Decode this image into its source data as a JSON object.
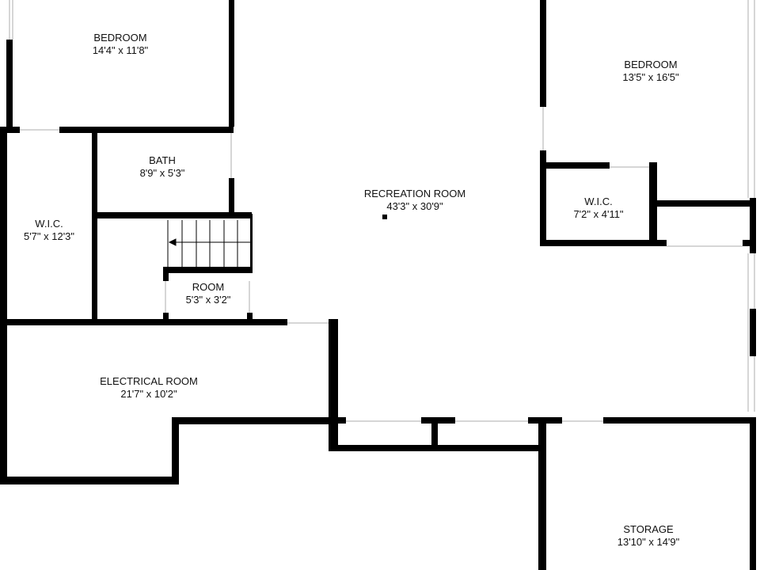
{
  "rooms": [
    {
      "name": "BEDROOM",
      "size": "14'4\" x 11'8\""
    },
    {
      "name": "BATH",
      "size": "8'9\" x 5'3\""
    },
    {
      "name": "W.I.C.",
      "size": "5'7\" x 12'3\""
    },
    {
      "name": "ROOM",
      "size": "5'3\" x 3'2\""
    },
    {
      "name": "RECREATION ROOM",
      "size": "43'3\" x 30'9\""
    },
    {
      "name": "BEDROOM",
      "size": "13'5\" x 16'5\""
    },
    {
      "name": "W.I.C.",
      "size": "7'2\" x 4'11\""
    },
    {
      "name": "ELECTRICAL ROOM",
      "size": "21'7\" x 10'2\""
    },
    {
      "name": "STORAGE",
      "size": "13'10\" x 14'9\""
    }
  ],
  "colors": {
    "wall": "#000000",
    "opening": "#cccccc"
  }
}
